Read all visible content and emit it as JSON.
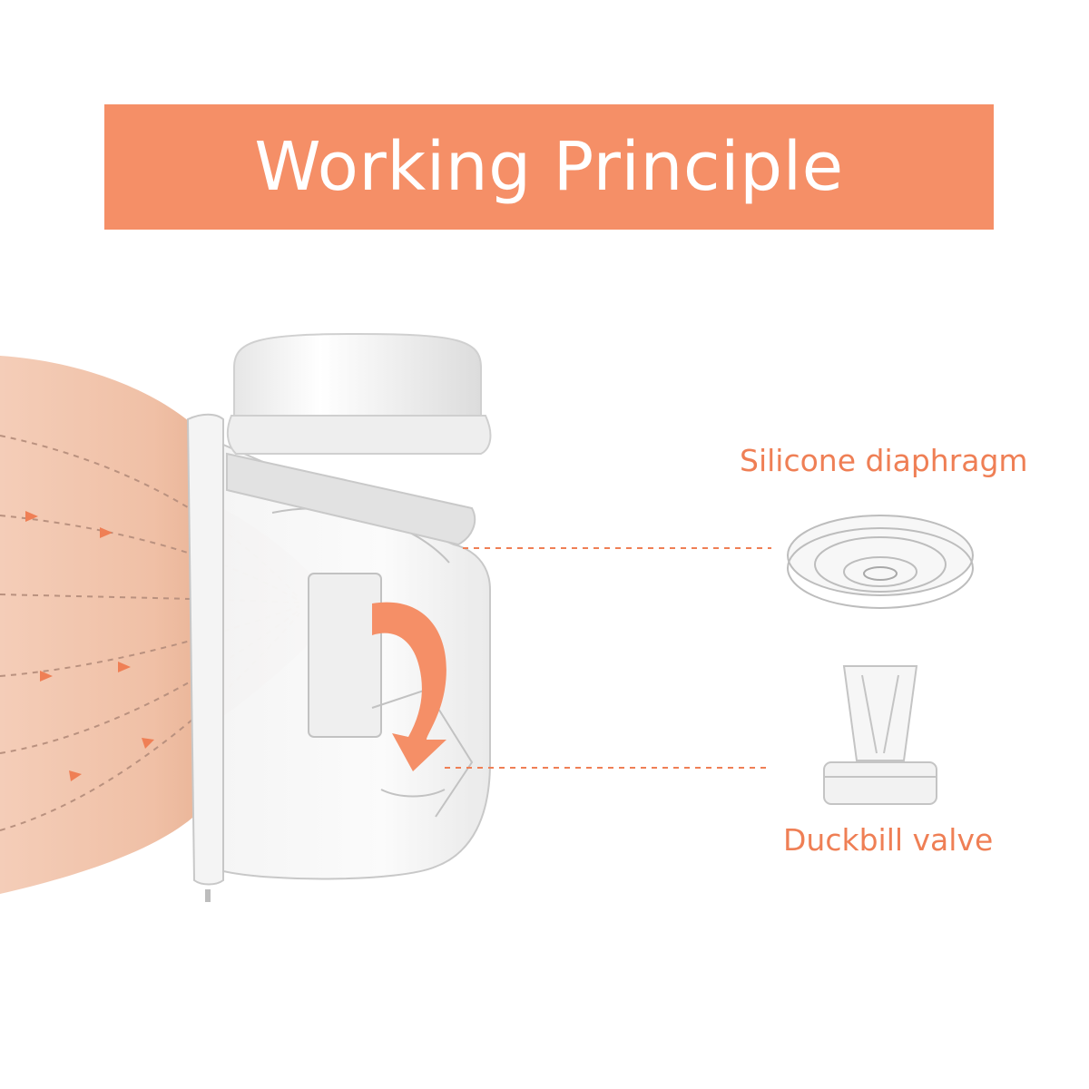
{
  "header": {
    "title": "Working Principle"
  },
  "parts": {
    "diaphragm": {
      "label": "Silicone diaphragm",
      "icon": "silicone-diaphragm-icon"
    },
    "valve": {
      "label": "Duckbill valve",
      "icon": "duckbill-valve-icon"
    }
  },
  "colors": {
    "accent": "#f58f67",
    "label": "#ef7f55",
    "skin": "#f3c9b3",
    "device": "#f1f1f1"
  }
}
